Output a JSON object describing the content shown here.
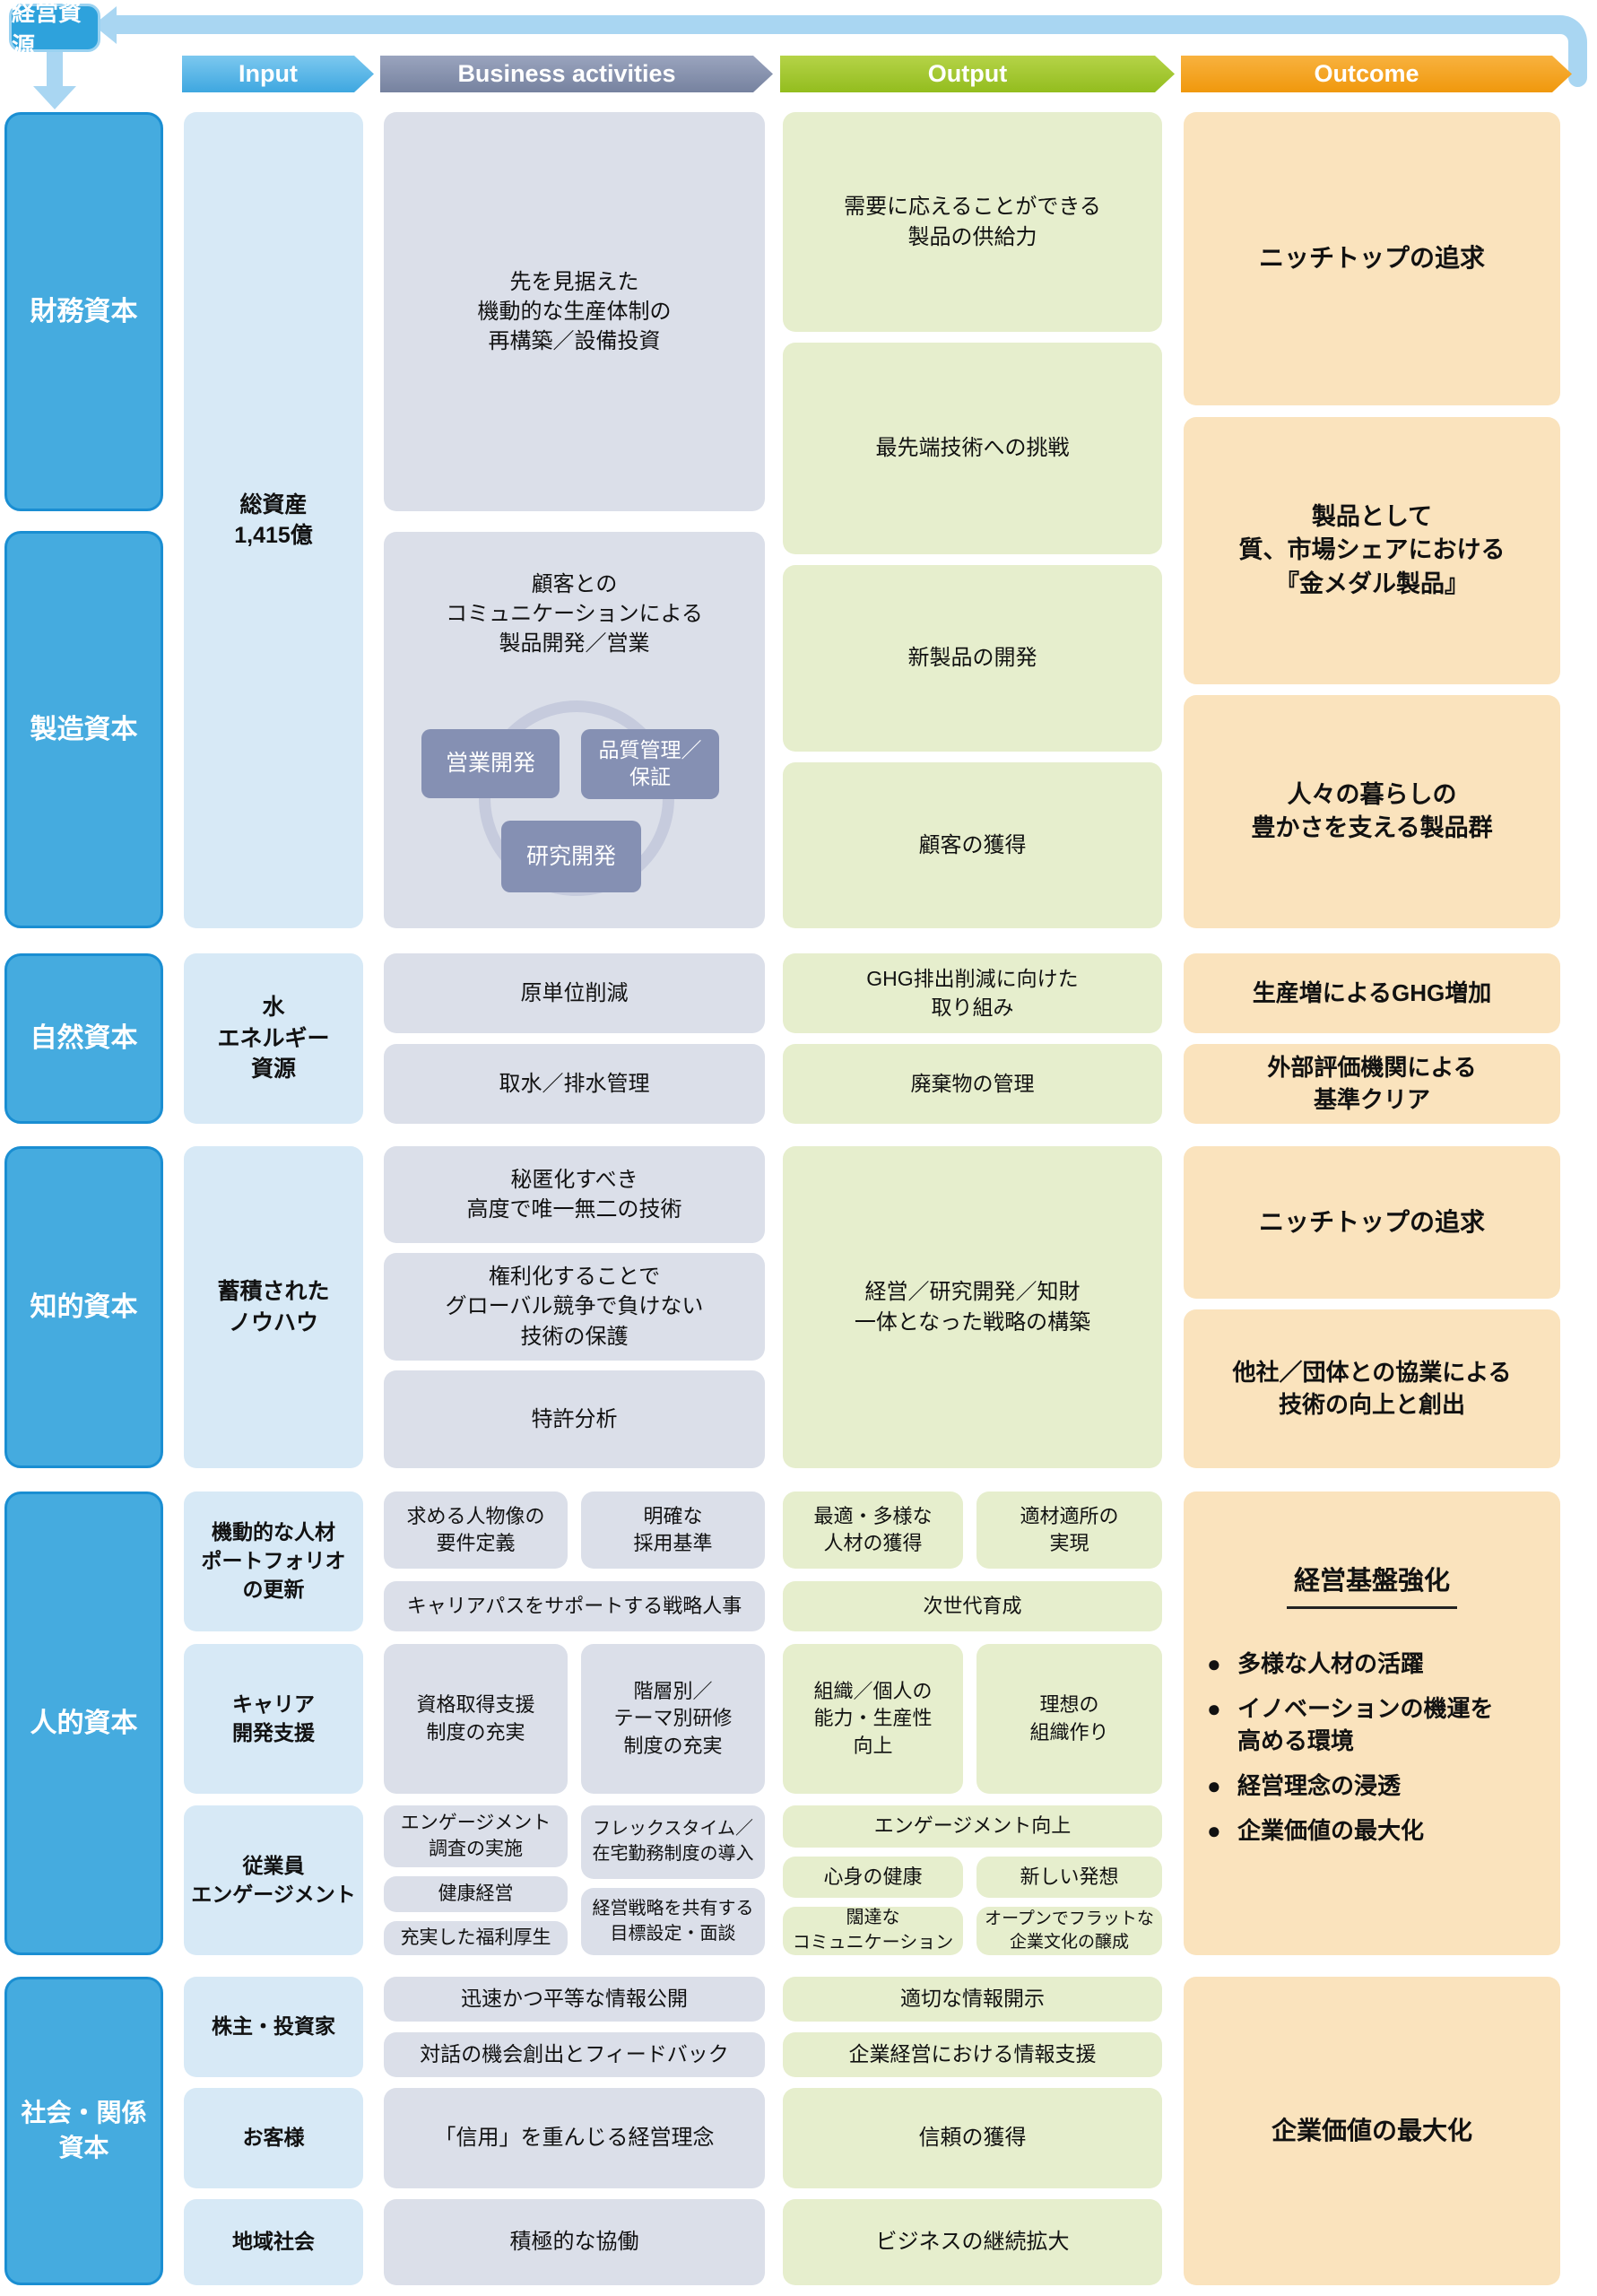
{
  "resource_label": "経営資源",
  "headers": {
    "input": "Input",
    "business": "Business activities",
    "output": "Output",
    "outcome": "Outcome"
  },
  "capitals": {
    "financial": "財務資本",
    "manufacturing": "製造資本",
    "natural": "自然資本",
    "intellectual": "知的資本",
    "human": "人的資本",
    "social": "社会・関係\n資本"
  },
  "inputs": {
    "assets": "総資産\n1,415億",
    "natural": "水\nエネルギー\n資源",
    "intellectual": "蓄積された\nノウハウ",
    "human_portfolio": "機動的な人材\nポートフォリオ\nの更新",
    "human_career": "キャリア\n開発支援",
    "human_engagement": "従業員\nエンゲージメント",
    "social_shareholders": "株主・投資家",
    "social_customers": "お客様",
    "social_community": "地域社会"
  },
  "business": {
    "production": "先を見据えた\n機動的な生産体制の\n再構築／設備投資",
    "customer_comm_title": "顧客との\nコミュニケーションによる\n製品開発／営業",
    "node_sales": "営業開発",
    "node_quality": "品質管理／\n保証",
    "node_rd": "研究開発",
    "unit_reduction": "原単位削減",
    "water_mgmt": "取水／排水管理",
    "secret_tech": "秘匿化すべき\n高度で唯一無二の技術",
    "rights_protection": "権利化することで\nグローバル競争で負けない\n技術の保護",
    "patent_analysis": "特許分析",
    "persona_def": "求める人物像の\n要件定義",
    "hiring_criteria": "明確な\n採用基準",
    "career_path_hr": "キャリアパスをサポートする戦略人事",
    "qualification": "資格取得支援\n制度の充実",
    "training": "階層別／\nテーマ別研修\n制度の充実",
    "engagement_survey": "エンゲージメント\n調査の実施",
    "flextime": "フレックスタイム／\n在宅勤務制度の導入",
    "health_mgmt": "健康経営",
    "goal_setting": "経営戦略を共有する\n目標設定・面談",
    "welfare": "充実した福利厚生",
    "info_disclosure": "迅速かつ平等な情報公開",
    "dialogue": "対話の機会創出とフィードバック",
    "trust_philosophy": "「信用」を重んじる経営理念",
    "collaboration": "積極的な協働"
  },
  "outputs": {
    "supply": "需要に応えることができる\n製品の供給力",
    "advanced_tech": "最先端技術への挑戦",
    "new_products": "新製品の開発",
    "customer_acq": "顧客の獲得",
    "ghg_reduction": "GHG排出削減に向けた\n取り組み",
    "waste_mgmt": "廃棄物の管理",
    "ip_strategy": "経営／研究開発／知財\n一体となった戦略の構築",
    "talent_acq": "最適・多様な\n人材の獲得",
    "right_person": "適材適所の\n実現",
    "next_gen": "次世代育成",
    "productivity": "組織／個人の\n能力・生産性\n向上",
    "ideal_org": "理想の\n組織作り",
    "engagement_up": "エンゲージメント向上",
    "health": "心身の健康",
    "new_ideas": "新しい発想",
    "open_comm": "闊達な\nコミュニケーション",
    "open_culture": "オープンでフラットな\n企業文化の醸成",
    "proper_disclosure": "適切な情報開示",
    "info_support": "企業経営における情報支援",
    "trust": "信頼の獲得",
    "business_expansion": "ビジネスの継続拡大"
  },
  "outcomes": {
    "niche_top_1": "ニッチトップの追求",
    "gold_medal": "製品として\n質、市場シェアにおける\n『金メダル製品』",
    "life_products": "人々の暮らしの\n豊かさを支える製品群",
    "ghg_increase": "生産増によるGHG増加",
    "external_eval": "外部評価機関による\n基準クリア",
    "niche_top_2": "ニッチトップの追求",
    "collab_tech": "他社／団体との協業による\n技術の向上と創出",
    "base_title": "経営基盤強化",
    "bullet_char": "●",
    "bullets": [
      "多様な人材の活躍",
      "イノベーションの機運を\n高める環境",
      "経営理念の浸透",
      "企業価値の最大化"
    ],
    "corp_value": "企業価値の最大化"
  },
  "colors": {
    "capital_blue": "#45abdf",
    "capital_border": "#1a8ed2",
    "input_bg": "#d7e9f6",
    "business_bg": "#dbdfe9",
    "business_node": "#8590b3",
    "output_bg": "#e6eecd",
    "outcome_bg": "#fae3bd",
    "header_input": "#4fb2e5",
    "header_business": "#8691b2",
    "header_output": "#a2c838",
    "header_outcome": "#f5a11d",
    "arrow_blue": "#a9d6f2"
  }
}
